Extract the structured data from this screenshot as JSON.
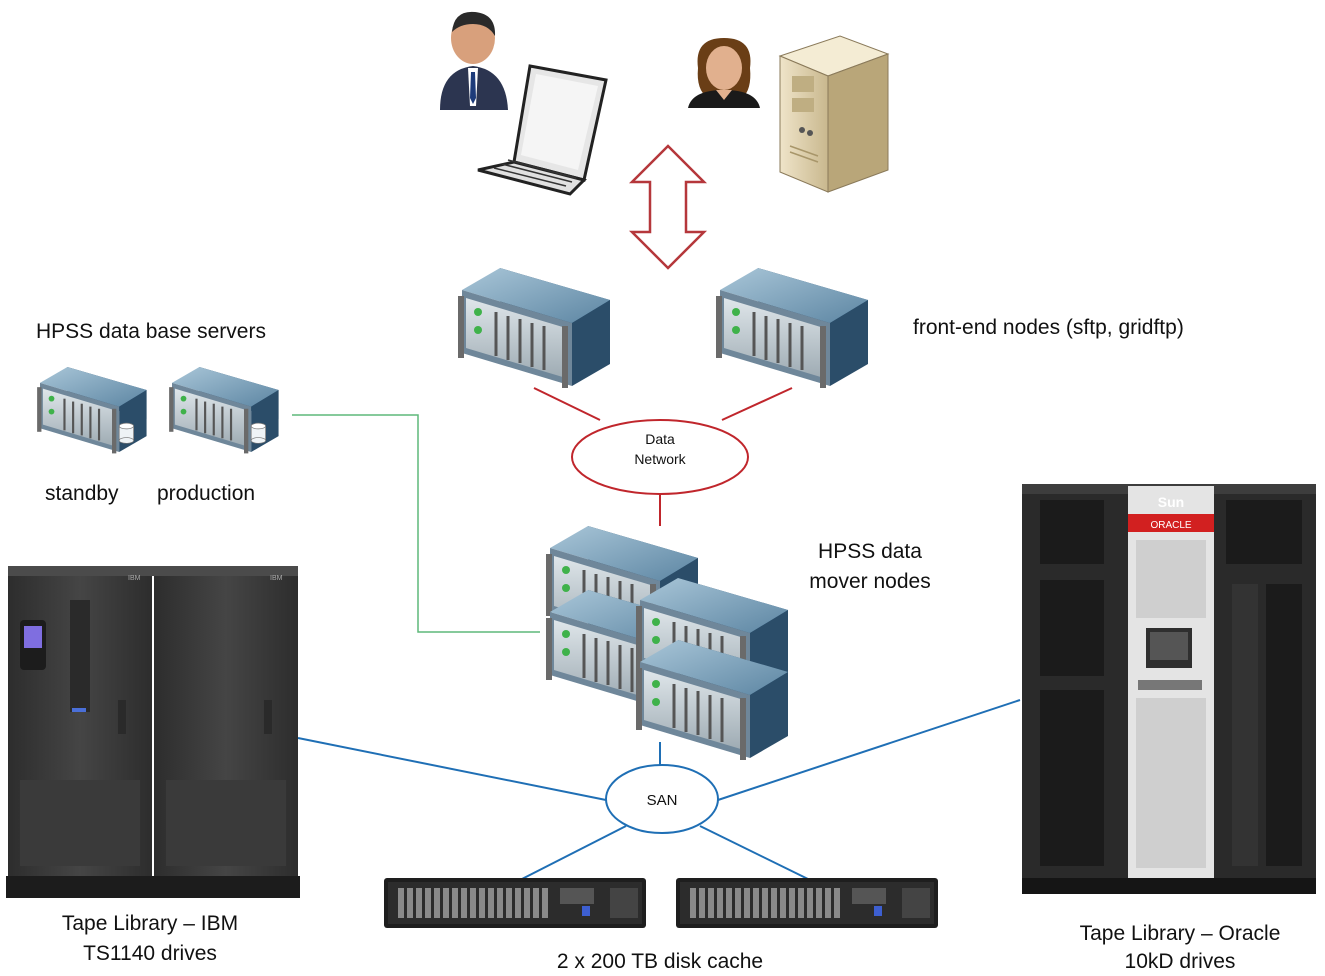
{
  "labels": {
    "db_servers": "HPSS data base servers",
    "standby": "standby",
    "production": "production",
    "front_end": "front-end nodes (sftp, gridftp)",
    "mover_line1": "HPSS data",
    "mover_line2": "mover nodes",
    "data_network_line1": "Data",
    "data_network_line2": "Network",
    "san": "SAN",
    "ibm_line1": "Tape Library – IBM",
    "ibm_line2": "TS1140 drives",
    "disk_cache": "2 x 200 TB disk cache",
    "oracle_line1": "Tape Library – Oracle",
    "oracle_line2": "10kD drives"
  },
  "logos": {
    "sun": "Sun",
    "oracle": "ORACLE",
    "ibm": "IBM"
  },
  "icons": [
    "user-male-icon",
    "laptop-icon",
    "user-female-icon",
    "tower-server-icon",
    "bidirectional-arrow-icon",
    "rack-server-icon",
    "database-icon",
    "tape-library-icon",
    "disk-array-icon"
  ],
  "colors": {
    "data_network": "#c0262c",
    "san": "#1f6fb5",
    "db_link": "#5fb87a",
    "arrow": "#b5373b",
    "server_blue": "#2f5f86",
    "tape_ibm": "#3a3a3a",
    "tape_oracle": "#2a2a2a"
  }
}
